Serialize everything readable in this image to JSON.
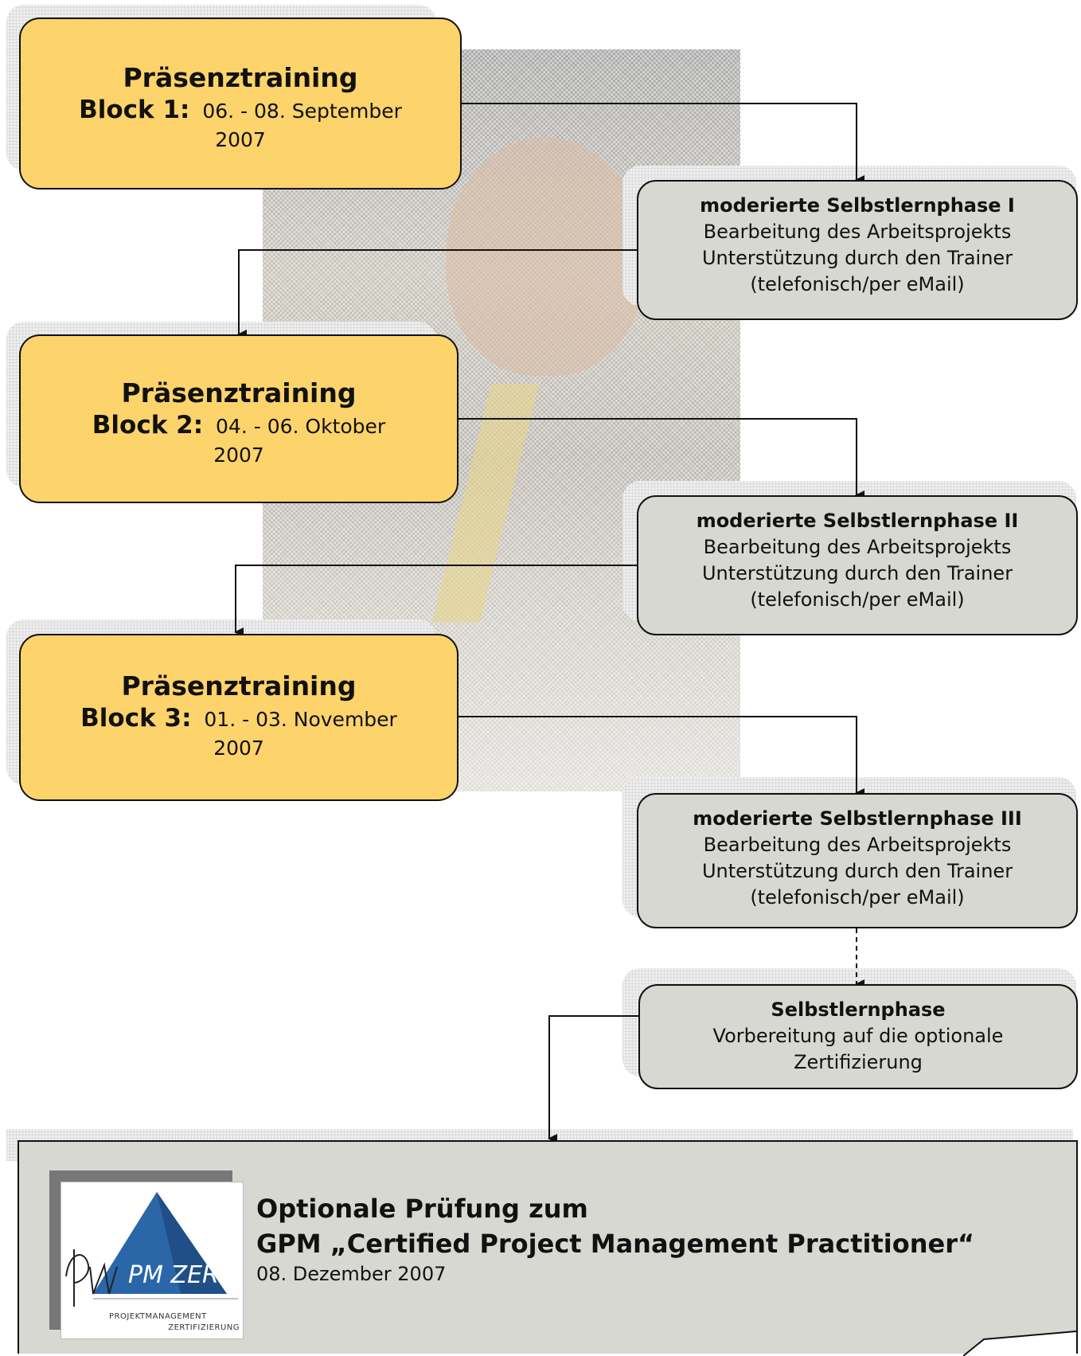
{
  "blocks": [
    {
      "title": "Präsenztraining",
      "label": "Block 1:",
      "dates": "06. - 08. September",
      "year": "2007"
    },
    {
      "title": "Präsenztraining",
      "label": "Block 2:",
      "dates": "04. - 06. Oktober",
      "year": "2007"
    },
    {
      "title": "Präsenztraining",
      "label": "Block 3:",
      "dates": "01. - 03. November",
      "year": "2007"
    }
  ],
  "phases": [
    {
      "title": "moderierte Selbstlernphase I",
      "line1": "Bearbeitung des Arbeitsprojekts",
      "line2": "Unterstützung durch den Trainer",
      "line3": "(telefonisch/per eMail)"
    },
    {
      "title": "moderierte Selbstlernphase II",
      "line1": "Bearbeitung des Arbeitsprojekts",
      "line2": "Unterstützung durch den Trainer",
      "line3": "(telefonisch/per eMail)"
    },
    {
      "title": "moderierte Selbstlernphase III",
      "line1": "Bearbeitung des Arbeitsprojekts",
      "line2": "Unterstützung durch den Trainer",
      "line3": "(telefonisch/per eMail)"
    }
  ],
  "selfstudy": {
    "title": "Selbstlernphase",
    "line1": "Vorbereitung auf die optionale",
    "line2": "Zertifizierung"
  },
  "final": {
    "line1": "Optionale Prüfung zum",
    "line2": "GPM „Certified Project Management Practitioner“",
    "date": "08. Dezember 2007"
  },
  "logo": {
    "mark": "PM ZERT",
    "sub1": "PROJEKTMANAGEMENT",
    "sub2": "ZERTIFIZIERUNG"
  },
  "colors": {
    "block": "#fdd36b",
    "phase": "#d8d8d3"
  }
}
